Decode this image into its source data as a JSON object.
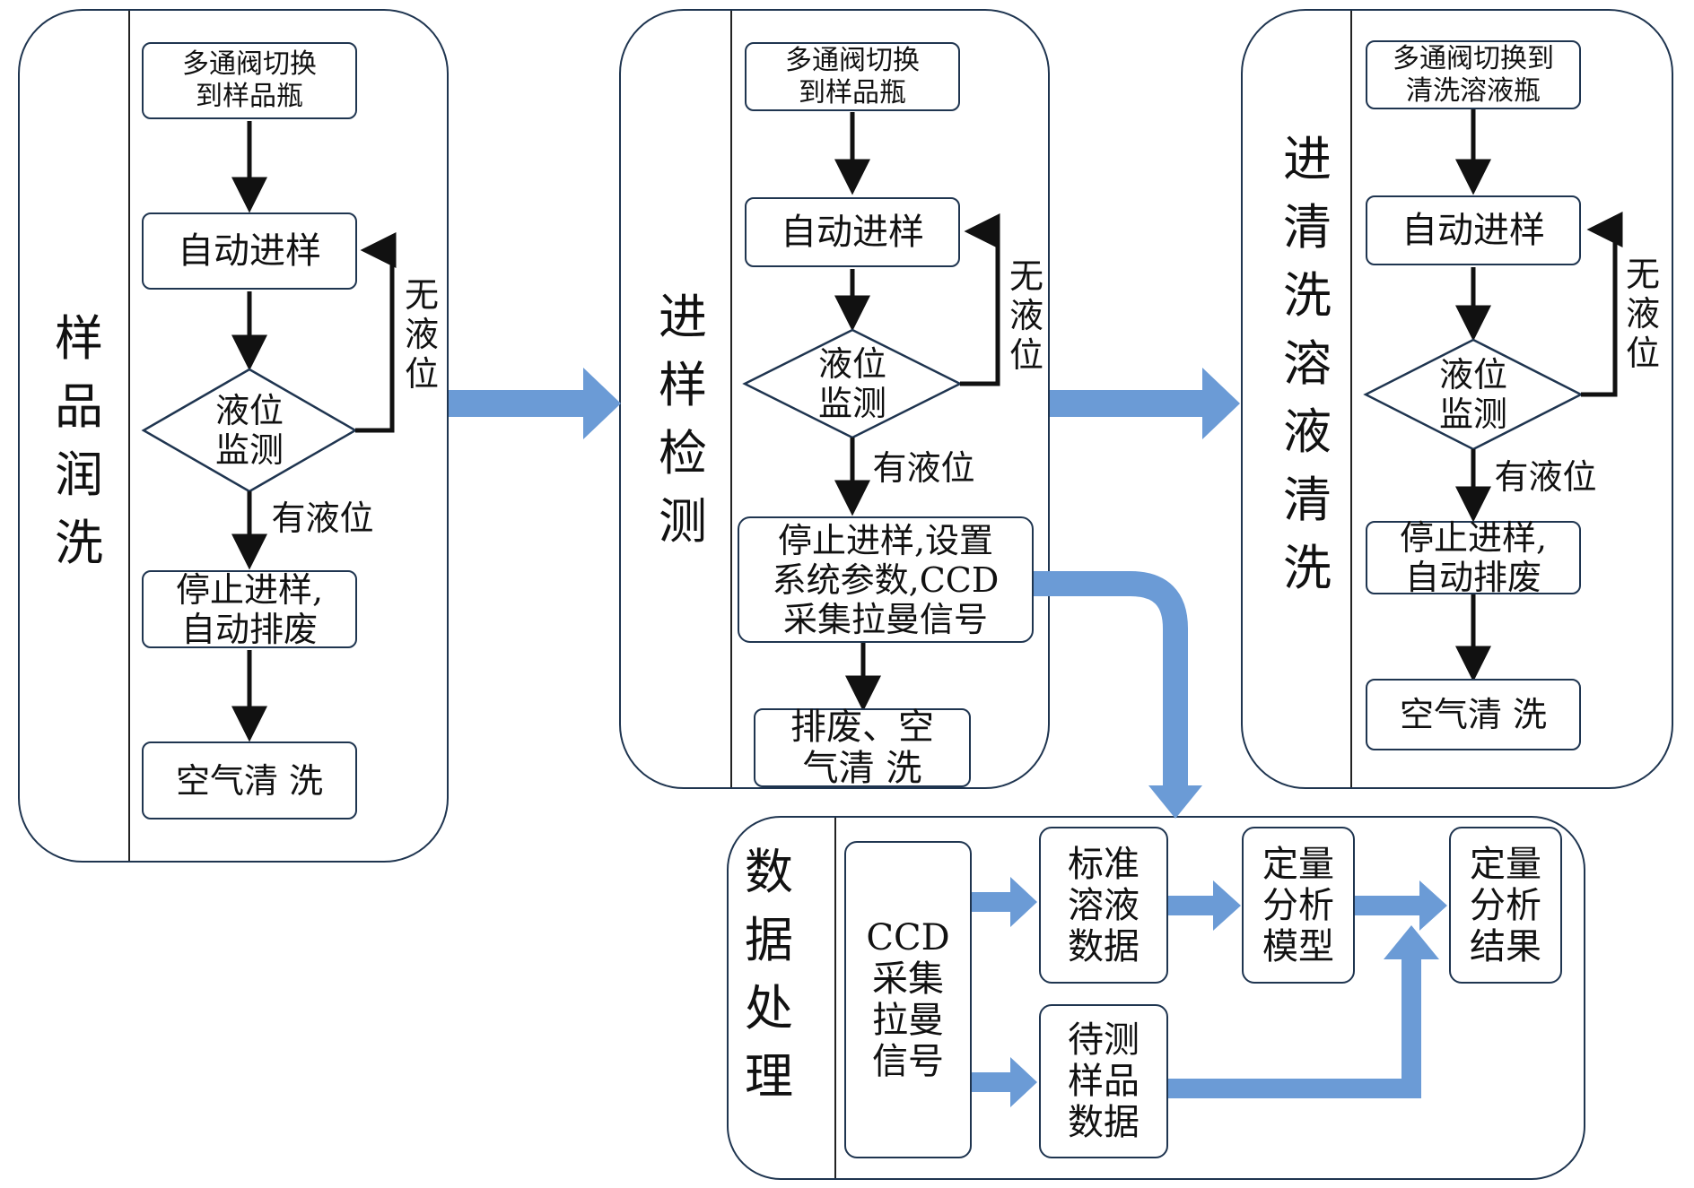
{
  "lanes": {
    "rinse": {
      "title": "样\n品\n润\n洗",
      "step1": "多通阀切换\n到样品瓶",
      "step2": "自动进样",
      "decision": "液位\n监测",
      "no_liquid": "无\n液\n位",
      "has_liquid": "有液位",
      "step3": "停止进样,\n自动排废",
      "step4": "空气清 洗"
    },
    "detect": {
      "title": "进\n样\n检\n测",
      "step1": "多通阀切换\n到样品瓶",
      "step2": "自动进样",
      "decision": "液位\n监测",
      "no_liquid": "无\n液\n位",
      "has_liquid": "有液位",
      "step3": "停止进样,设置\n系统参数,CCD\n采集拉曼信号",
      "step4": "排废、空\n气清 洗"
    },
    "clean": {
      "title": "进\n清\n洗\n溶\n液\n清\n洗",
      "step1": "多通阀切换到\n清洗溶液瓶",
      "step2": "自动进样",
      "decision": "液位\n监测",
      "no_liquid": "无\n液\n位",
      "has_liquid": "有液位",
      "step3": "停止进样,\n自动排废",
      "step4": "空气清 洗"
    },
    "data": {
      "title": "数\n据\n处\n理",
      "ccd": "CCD\n采集\n拉曼\n信号",
      "standard": "标准\n溶液\n数据",
      "sample": "待测\n样品\n数据",
      "model": "定量\n分析\n模型",
      "result": "定量\n分析\n结果"
    }
  },
  "colors": {
    "flow_arrow": "#6b9bd6",
    "border": "#1f3550"
  }
}
